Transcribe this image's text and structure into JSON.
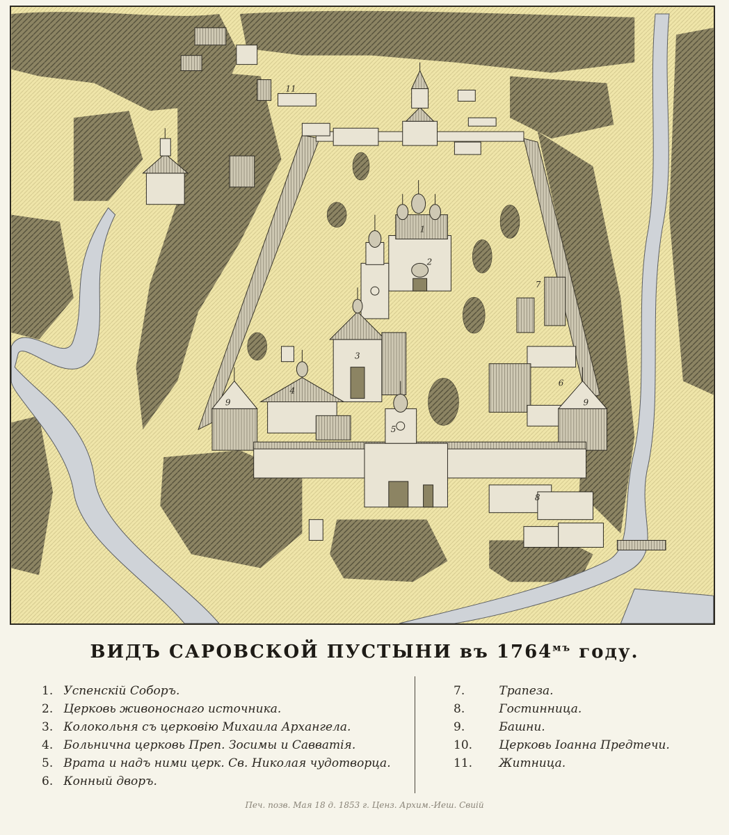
{
  "title": {
    "main": "ВИДЪ САРОВСКОЙ ПУСТЫНИ въ 1764",
    "superscript": "мъ",
    "tail": "году."
  },
  "map_labels": {
    "n1": "1",
    "n2": "2",
    "n3": "3",
    "n4": "4",
    "n5": "5",
    "n6": "6",
    "n7": "7",
    "n8": "8",
    "n9a": "9",
    "n9b": "9",
    "n11": "11"
  },
  "legend": {
    "left": [
      {
        "num": "1.",
        "text": "Успенскій Соборъ."
      },
      {
        "num": "2.",
        "text": "Церковь живоноснаго источника."
      },
      {
        "num": "3.",
        "text": "Колокольня съ церковію Михаила Архангела."
      },
      {
        "num": "4.",
        "text": "Больнична церковь Преп. Зосимы и Савватія."
      },
      {
        "num": "5.",
        "text": "Врата и надъ ними церк. Св. Николая чудотворца."
      },
      {
        "num": "6.",
        "text": "Конный дворъ."
      }
    ],
    "right": [
      {
        "num": "7.",
        "text": "Трапеза."
      },
      {
        "num": "8.",
        "text": "Гостинница."
      },
      {
        "num": "9.",
        "text": "Башни."
      },
      {
        "num": "10.",
        "text": "Церковь Іоанна Предтечи."
      },
      {
        "num": "11.",
        "text": "Житница."
      }
    ]
  },
  "censor_note": "Печ. позв. Мая 18 д. 1853 г. Ценз. Архим.-Иеш. Свиій",
  "colors": {
    "paper": "#f6f4ea",
    "map_ground": "#efe5a9",
    "ink": "#2d2a22",
    "river": "#cfd3d8",
    "tree": "#6f6a4f",
    "building": "#e9e4d4"
  }
}
